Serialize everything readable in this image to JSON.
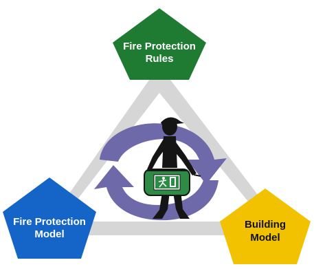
{
  "nodes": {
    "top": {
      "line1": "Fire Protection",
      "line2": "Rules",
      "color": "#1f7a32",
      "text_color": "#ffffff"
    },
    "left": {
      "line1": "Fire Protection",
      "line2": "Model",
      "color": "#1565c8",
      "text_color": "#ffffff"
    },
    "right": {
      "line1": "Building",
      "line2": "Model",
      "color": "#f2c200",
      "text_color": "#111111"
    }
  },
  "colors": {
    "triangle_band": "#d6d6d6",
    "cycle_arrows": "#6e69a8",
    "figure_bag": "#2e8b46"
  },
  "icons": {
    "center": "person-carrying-exit-sign-bag-icon",
    "cycle": "circular-arrows-icon",
    "exit_sign": "running-man-exit-icon"
  }
}
